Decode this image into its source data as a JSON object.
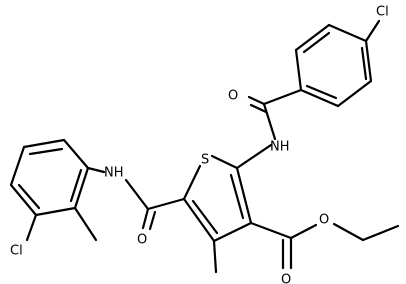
{
  "atom_labels": {
    "cl_top": "Cl",
    "o_amide_top": "O",
    "nh_top": "NH",
    "s_ring": "S",
    "nh_left": "NH",
    "cl_left": "Cl",
    "o_amide_bottom": "O",
    "o_ester_single": "O",
    "o_ester_double": "O"
  },
  "colors": {
    "bond": "#000000",
    "text": "#000000",
    "background": "#ffffff"
  }
}
